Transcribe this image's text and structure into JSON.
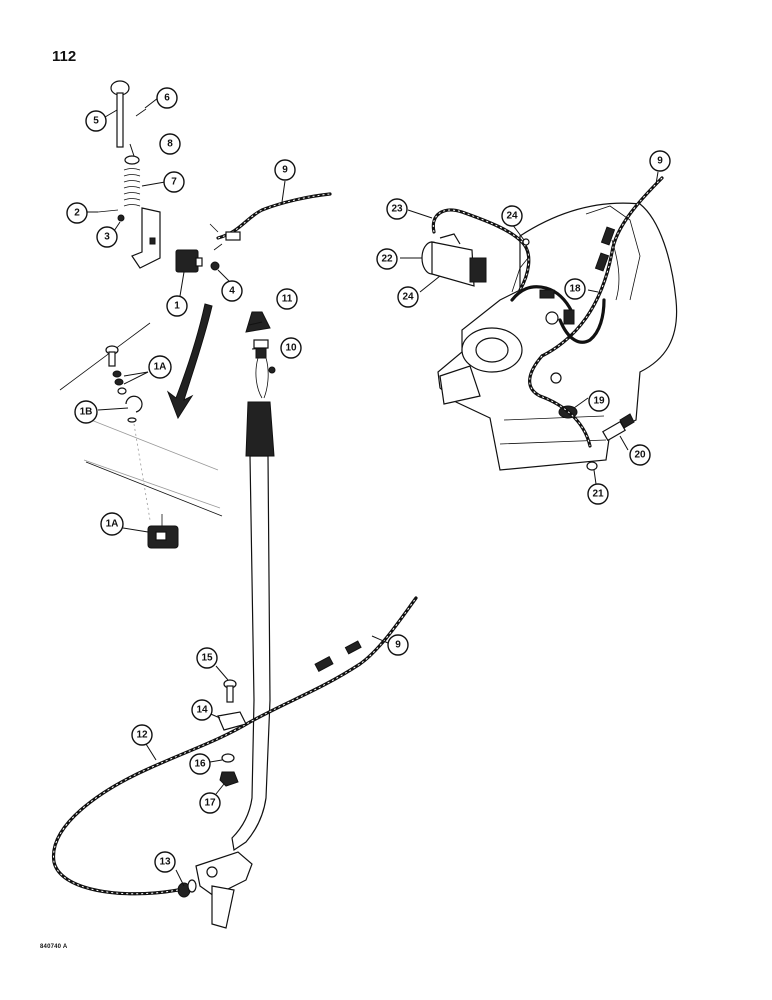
{
  "page_number": "112",
  "figure_code": "840740 A",
  "callouts": [
    {
      "id": "c1",
      "label": "1"
    },
    {
      "id": "c1a-top",
      "label": "1A"
    },
    {
      "id": "c1b",
      "label": "1B"
    },
    {
      "id": "c1a-bottom",
      "label": "1A"
    },
    {
      "id": "c2",
      "label": "2"
    },
    {
      "id": "c3",
      "label": "3"
    },
    {
      "id": "c4",
      "label": "4"
    },
    {
      "id": "c5",
      "label": "5"
    },
    {
      "id": "c6",
      "label": "6"
    },
    {
      "id": "c7",
      "label": "7"
    },
    {
      "id": "c8",
      "label": "8"
    },
    {
      "id": "c9-top",
      "label": "9"
    },
    {
      "id": "c9-right",
      "label": "9"
    },
    {
      "id": "c9-mid",
      "label": "9"
    },
    {
      "id": "c10",
      "label": "10"
    },
    {
      "id": "c11",
      "label": "11"
    },
    {
      "id": "c12",
      "label": "12"
    },
    {
      "id": "c13",
      "label": "13"
    },
    {
      "id": "c14",
      "label": "14"
    },
    {
      "id": "c15",
      "label": "15"
    },
    {
      "id": "c16",
      "label": "16"
    },
    {
      "id": "c17",
      "label": "17"
    },
    {
      "id": "c18",
      "label": "18"
    },
    {
      "id": "c19",
      "label": "19"
    },
    {
      "id": "c20",
      "label": "20"
    },
    {
      "id": "c21",
      "label": "21"
    },
    {
      "id": "c22",
      "label": "22"
    },
    {
      "id": "c23",
      "label": "23"
    },
    {
      "id": "c24-top",
      "label": "24"
    },
    {
      "id": "c24-left",
      "label": "24"
    }
  ]
}
